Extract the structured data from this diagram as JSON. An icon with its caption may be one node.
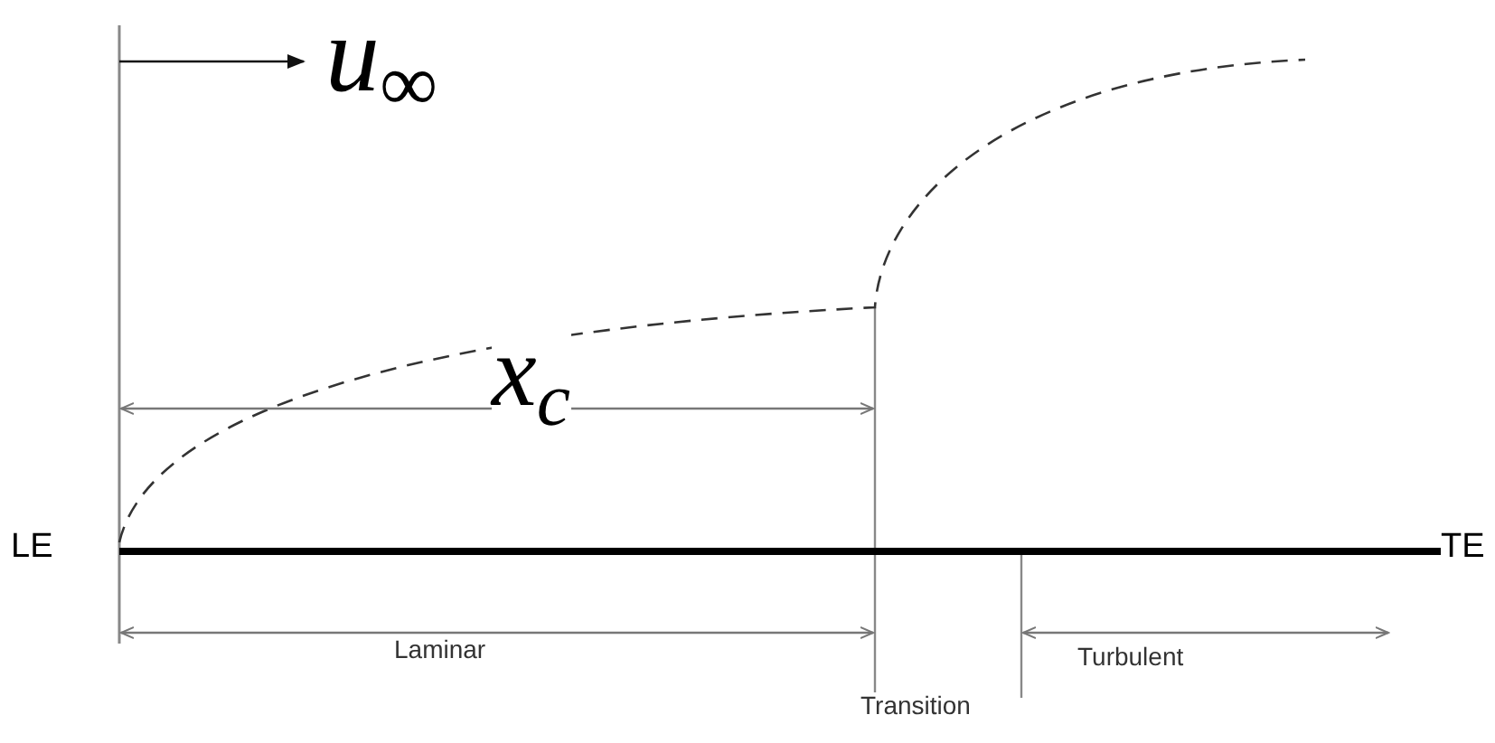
{
  "diagram": {
    "labels": [
      "*u*$_{∞}$",
      "x$_{c}$",
      "LE",
      "TE",
      "Laminar",
      "Transition",
      "Turbulent"
    ]
  }
}
